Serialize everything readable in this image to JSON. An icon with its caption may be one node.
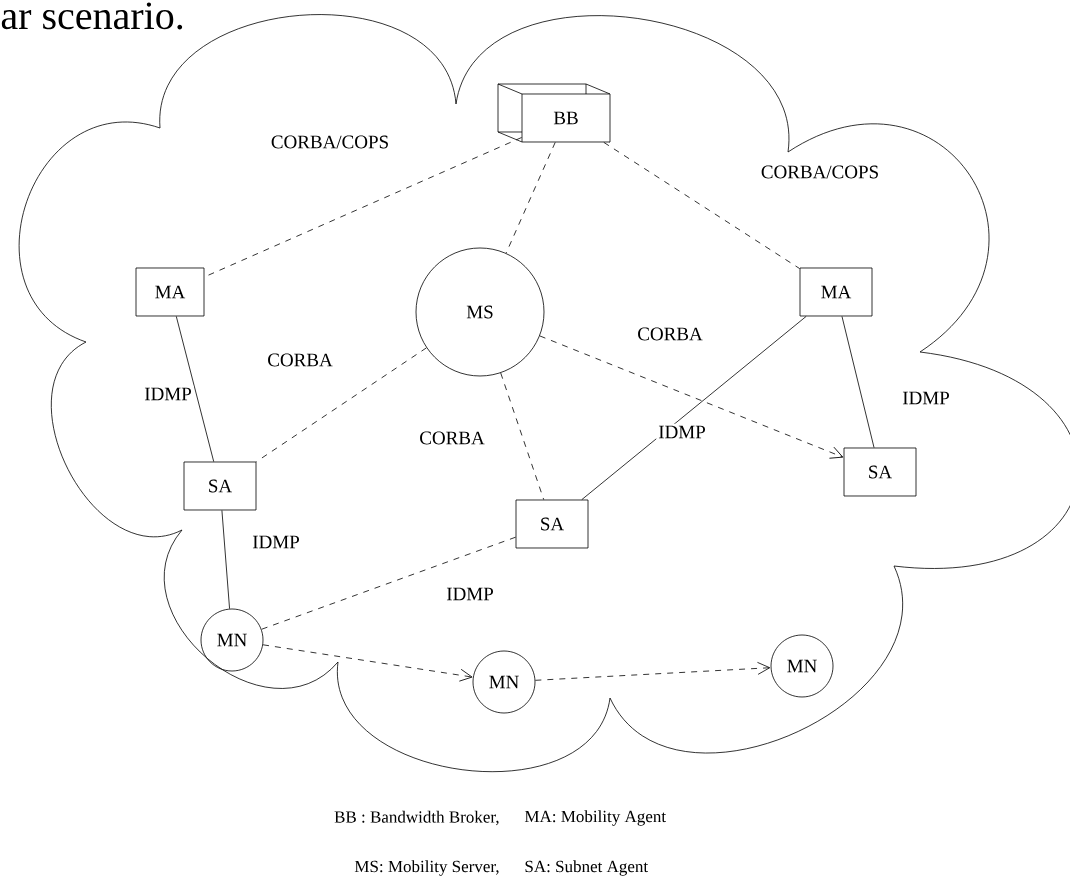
{
  "diagram": {
    "nodes": [
      {
        "text": [],
        "shape": "cloud"
      },
      {
        "text": [
          "BB"
        ],
        "in": 0
      },
      {
        "text": [
          "MA"
        ],
        "in": 0
      },
      {
        "text": [
          "MS"
        ],
        "in": 0
      },
      {
        "text": [
          "MA"
        ],
        "in": 0
      },
      {
        "text": [
          "SA"
        ],
        "in": 0
      },
      {
        "text": [
          "SA"
        ],
        "in": 0
      },
      {
        "text": [
          "SA"
        ],
        "in": 0
      },
      {
        "text": [
          "MN"
        ],
        "in": 0
      },
      {
        "text": [
          "MN"
        ],
        "in": 0
      },
      {
        "text": [
          "MN"
        ],
        "in": 0
      }
    ],
    "edges": [
      {
        "from": 1,
        "to": 2,
        "arrow": "none",
        "style": "dashed",
        "label": "CORBA/COPS"
      },
      {
        "from": 1,
        "to": 3,
        "arrow": "none",
        "style": "dashed"
      },
      {
        "from": 1,
        "to": 4,
        "arrow": "none",
        "style": "dashed",
        "label": "CORBA/COPS"
      },
      {
        "from": 2,
        "to": 5,
        "arrow": "none",
        "label": "IDMP"
      },
      {
        "from": 3,
        "to": 5,
        "arrow": "none",
        "style": "dashed",
        "label": "CORBA"
      },
      {
        "from": 3,
        "to": 6,
        "arrow": "none",
        "style": "dashed",
        "label": "CORBA"
      },
      {
        "from": 3,
        "to": 7,
        "arrow": "to",
        "style": "dashed",
        "label": "CORBA"
      },
      {
        "from": 4,
        "to": 6,
        "arrow": "none",
        "label": "IDMP"
      },
      {
        "from": 4,
        "to": 7,
        "arrow": "none",
        "label": "IDMP"
      },
      {
        "from": 5,
        "to": 8,
        "arrow": "none",
        "label": "IDMP"
      },
      {
        "from": 6,
        "to": 8,
        "arrow": "none",
        "style": "dashed",
        "label": "IDMP"
      },
      {
        "from": 8,
        "to": 9,
        "arrow": "to",
        "style": "dashed"
      },
      {
        "from": 9,
        "to": 10,
        "arrow": "to",
        "style": "dashed"
      }
    ],
    "labels": [
      "ar scenario.",
      "BB : Bandwidth Broker,",
      "MA: Mobility Agent",
      "MS: Mobility Server,",
      "SA: Subnet Agent"
    ]
  }
}
